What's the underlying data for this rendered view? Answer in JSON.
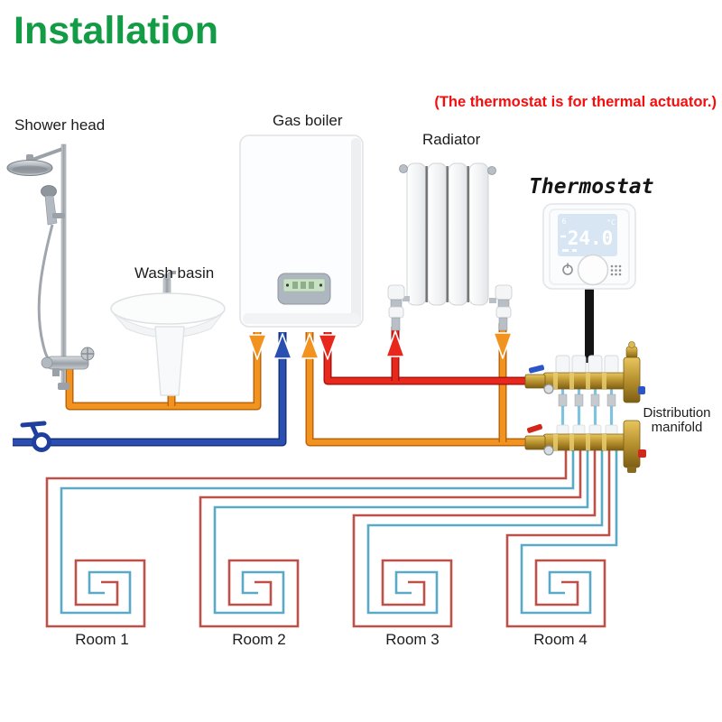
{
  "title": "Installation",
  "note": "(The thermostat is for thermal actuator.)",
  "labels": {
    "shower": "Shower head",
    "basin": "Wash basin",
    "boiler": "Gas boiler",
    "radiator": "Radiator",
    "thermostat": "Thermostat",
    "manifold_line1": "Distribution",
    "manifold_line2": "manifold",
    "rooms": [
      "Room 1",
      "Room 2",
      "Room 3",
      "Room 4"
    ]
  },
  "thermostat_display": {
    "temperature": "24.0",
    "unit": "°C",
    "time_indicator": "6"
  },
  "colors": {
    "title_green": "#139c45",
    "note_red": "#f50d0d",
    "pipe_cold_blue": "#2a4fb0",
    "pipe_hot_supply_red": "#e8281c",
    "pipe_return_orange": "#f2921f",
    "floor_loop_red": "#bd5149",
    "floor_loop_blue": "#5aa9c7",
    "manifold_brass": "#b8912f",
    "cable_black": "#141414"
  }
}
